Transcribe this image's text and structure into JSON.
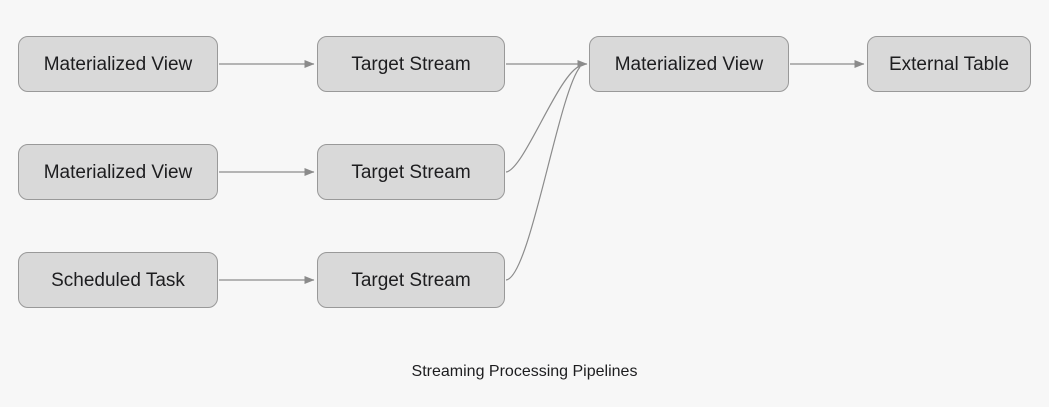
{
  "colors": {
    "background": "#f7f7f7",
    "node_fill": "#d9d9d9",
    "node_border": "#999999",
    "edge": "#8b8b8b",
    "text": "#1d1d1f"
  },
  "caption": "Streaming Processing Pipelines",
  "nodes": [
    {
      "id": "materialized-view-1",
      "label": "Materialized View"
    },
    {
      "id": "target-stream-1",
      "label": "Target Stream"
    },
    {
      "id": "materialized-view-sink",
      "label": "Materialized View"
    },
    {
      "id": "external-table",
      "label": "External Table"
    },
    {
      "id": "materialized-view-2",
      "label": "Materialized View"
    },
    {
      "id": "target-stream-2",
      "label": "Target Stream"
    },
    {
      "id": "scheduled-task",
      "label": "Scheduled Task"
    },
    {
      "id": "target-stream-3",
      "label": "Target Stream"
    }
  ],
  "edges": [
    {
      "from": "materialized-view-1",
      "to": "target-stream-1"
    },
    {
      "from": "materialized-view-2",
      "to": "target-stream-2"
    },
    {
      "from": "scheduled-task",
      "to": "target-stream-3"
    },
    {
      "from": "target-stream-1",
      "to": "materialized-view-sink"
    },
    {
      "from": "target-stream-2",
      "to": "materialized-view-sink"
    },
    {
      "from": "target-stream-3",
      "to": "materialized-view-sink"
    },
    {
      "from": "materialized-view-sink",
      "to": "external-table"
    }
  ]
}
